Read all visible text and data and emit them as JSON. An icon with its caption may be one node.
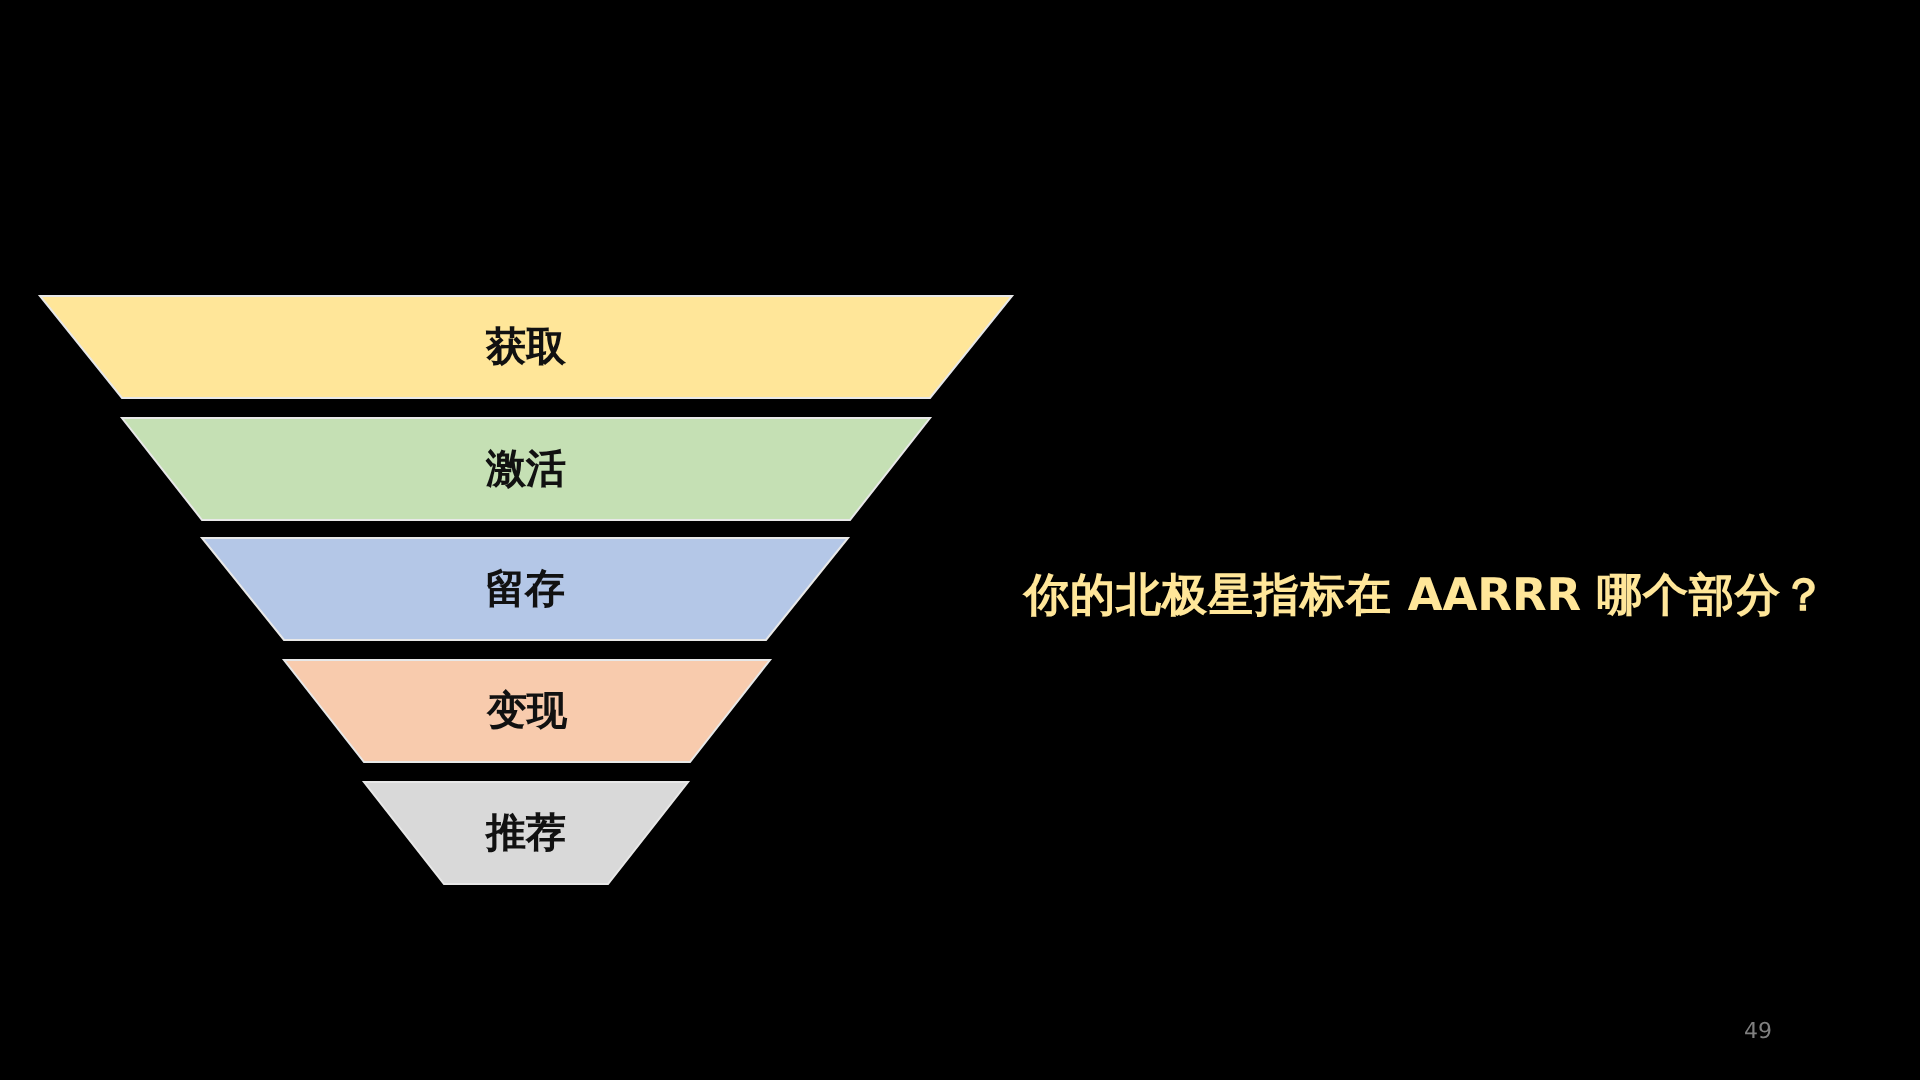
{
  "diagram": {
    "nodes": [
      {
        "text": [
          "获取"
        ]
      },
      {
        "text": [
          "激活"
        ]
      },
      {
        "text": [
          "留存"
        ]
      },
      {
        "text": [
          "变现"
        ]
      },
      {
        "text": [
          "推荐"
        ]
      }
    ],
    "labels": [
      "你的北极星指标在 AARRR 哪个部分？",
      "49"
    ]
  }
}
